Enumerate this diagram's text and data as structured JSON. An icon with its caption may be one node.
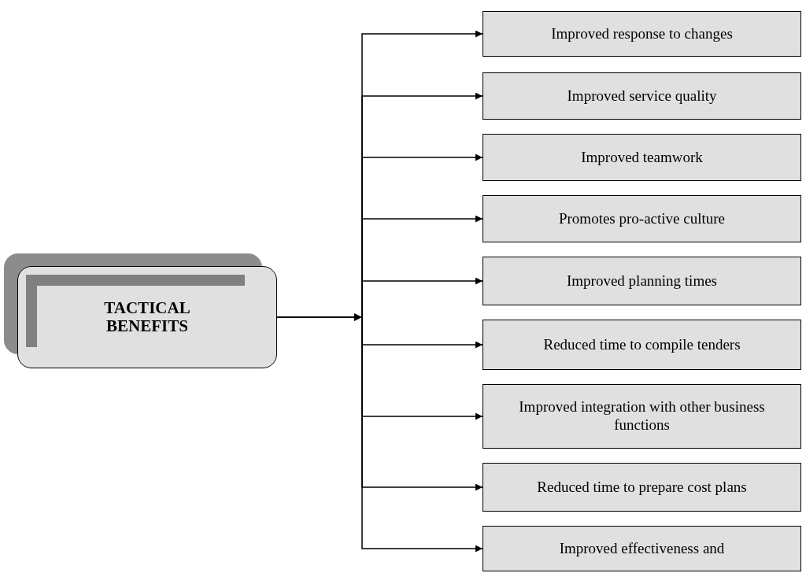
{
  "diagram": {
    "nodes": [
      {
        "text": [
          "TACTICAL BENEFITS"
        ]
      },
      {
        "text": [
          "Improved response to changes"
        ]
      },
      {
        "text": [
          "Improved service quality"
        ]
      },
      {
        "text": [
          "Improved teamwork"
        ]
      },
      {
        "text": [
          "Promotes pro-active culture"
        ]
      },
      {
        "text": [
          "Improved planning times"
        ]
      },
      {
        "text": [
          "Reduced time to compile tenders"
        ]
      },
      {
        "text": [
          "Improved integration with other business functions"
        ]
      },
      {
        "text": [
          "Reduced time to prepare cost plans"
        ]
      },
      {
        "text": [
          "Improved effectiveness and"
        ]
      }
    ],
    "edges": [
      {
        "from": 0,
        "to": 1,
        "arrow": "to"
      },
      {
        "from": 0,
        "to": 2,
        "arrow": "to"
      },
      {
        "from": 0,
        "to": 3,
        "arrow": "to"
      },
      {
        "from": 0,
        "to": 4,
        "arrow": "to"
      },
      {
        "from": 0,
        "to": 5,
        "arrow": "to"
      },
      {
        "from": 0,
        "to": 6,
        "arrow": "to"
      },
      {
        "from": 0,
        "to": 7,
        "arrow": "to"
      },
      {
        "from": 0,
        "to": 8,
        "arrow": "to"
      },
      {
        "from": 0,
        "to": 9,
        "arrow": "to"
      }
    ]
  }
}
